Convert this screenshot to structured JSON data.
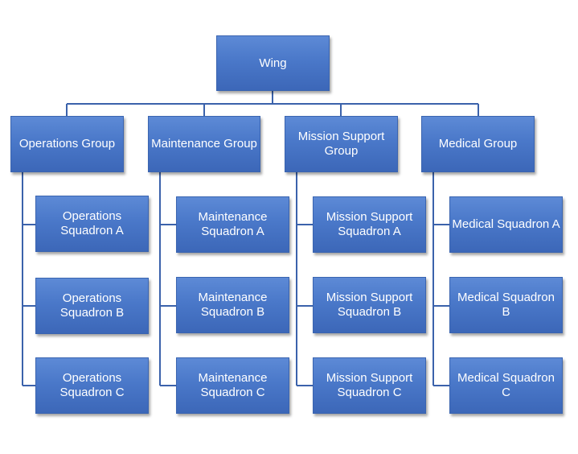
{
  "chart": {
    "root": {
      "label": "Wing"
    },
    "groups": [
      {
        "label": "Operations Group",
        "squadrons": [
          "Operations\nSquadron A",
          "Operations\nSquadron B",
          "Operations\nSquadron C"
        ]
      },
      {
        "label": "Maintenance Group",
        "squadrons": [
          "Maintenance\nSquadron A",
          "Maintenance\nSquadron B",
          "Maintenance\nSquadron C"
        ]
      },
      {
        "label": "Mission Support\nGroup",
        "squadrons": [
          "Mission Support\nSquadron A",
          "Mission Support\nSquadron B",
          "Mission Support\nSquadron C"
        ]
      },
      {
        "label": "Medical Group",
        "squadrons": [
          "Medical Squadron A",
          "Medical Squadron B",
          "Medical Squadron C"
        ]
      }
    ],
    "colors": {
      "box": "#4a78c9",
      "connector": "#3b62ab",
      "text": "#ffffff"
    }
  }
}
